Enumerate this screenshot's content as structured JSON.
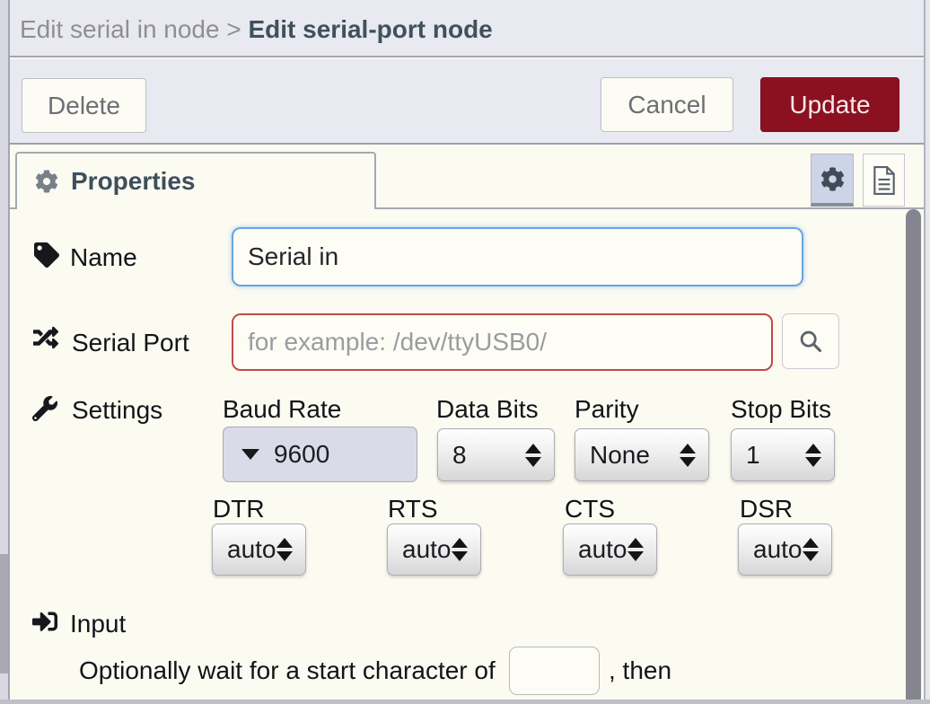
{
  "breadcrumb": {
    "parent": "Edit serial in node",
    "separator": " > ",
    "current": "Edit serial-port node"
  },
  "toolbar": {
    "delete_label": "Delete",
    "cancel_label": "Cancel",
    "update_label": "Update"
  },
  "tabbar": {
    "properties_label": "Properties"
  },
  "form": {
    "name": {
      "label": "Name",
      "value": "Serial in"
    },
    "serial_port": {
      "label": "Serial Port",
      "placeholder": "for example: /dev/ttyUSB0/"
    },
    "settings": {
      "label": "Settings",
      "baud_rate": {
        "header": "Baud Rate",
        "value": "9600"
      },
      "data_bits": {
        "header": "Data Bits",
        "value": "8"
      },
      "parity": {
        "header": "Parity",
        "value": "None"
      },
      "stop_bits": {
        "header": "Stop Bits",
        "value": "1"
      },
      "dtr": {
        "header": "DTR",
        "value": "auto"
      },
      "rts": {
        "header": "RTS",
        "value": "auto"
      },
      "cts": {
        "header": "CTS",
        "value": "auto"
      },
      "dsr": {
        "header": "DSR",
        "value": "auto"
      }
    },
    "input_section": {
      "label": "Input",
      "prefix": "Optionally wait for a start character of",
      "char_value": "",
      "suffix": ", then"
    }
  },
  "icons": {
    "properties_tab": "gear-icon",
    "toolbar_right": [
      "gear-icon",
      "file-text-icon"
    ],
    "name_row": "tag-icon",
    "serial_port_row": "shuffle-icon",
    "serial_port_search": "search-icon",
    "settings_row": "wrench-icon",
    "input_row": "sign-in-icon",
    "baud_dropdown": "caret-down-icon",
    "native_select": "up-down-stepper-icon"
  },
  "colors": {
    "update_button": "#8c1120",
    "band_background": "#e9e9f1",
    "body_background": "#fbfbf2",
    "focus_border_blue": "#6aa3e1",
    "error_border_red": "#c04b43",
    "baud_select_background": "#d9dbe9",
    "scrollbar_thumb": "#85858f"
  }
}
